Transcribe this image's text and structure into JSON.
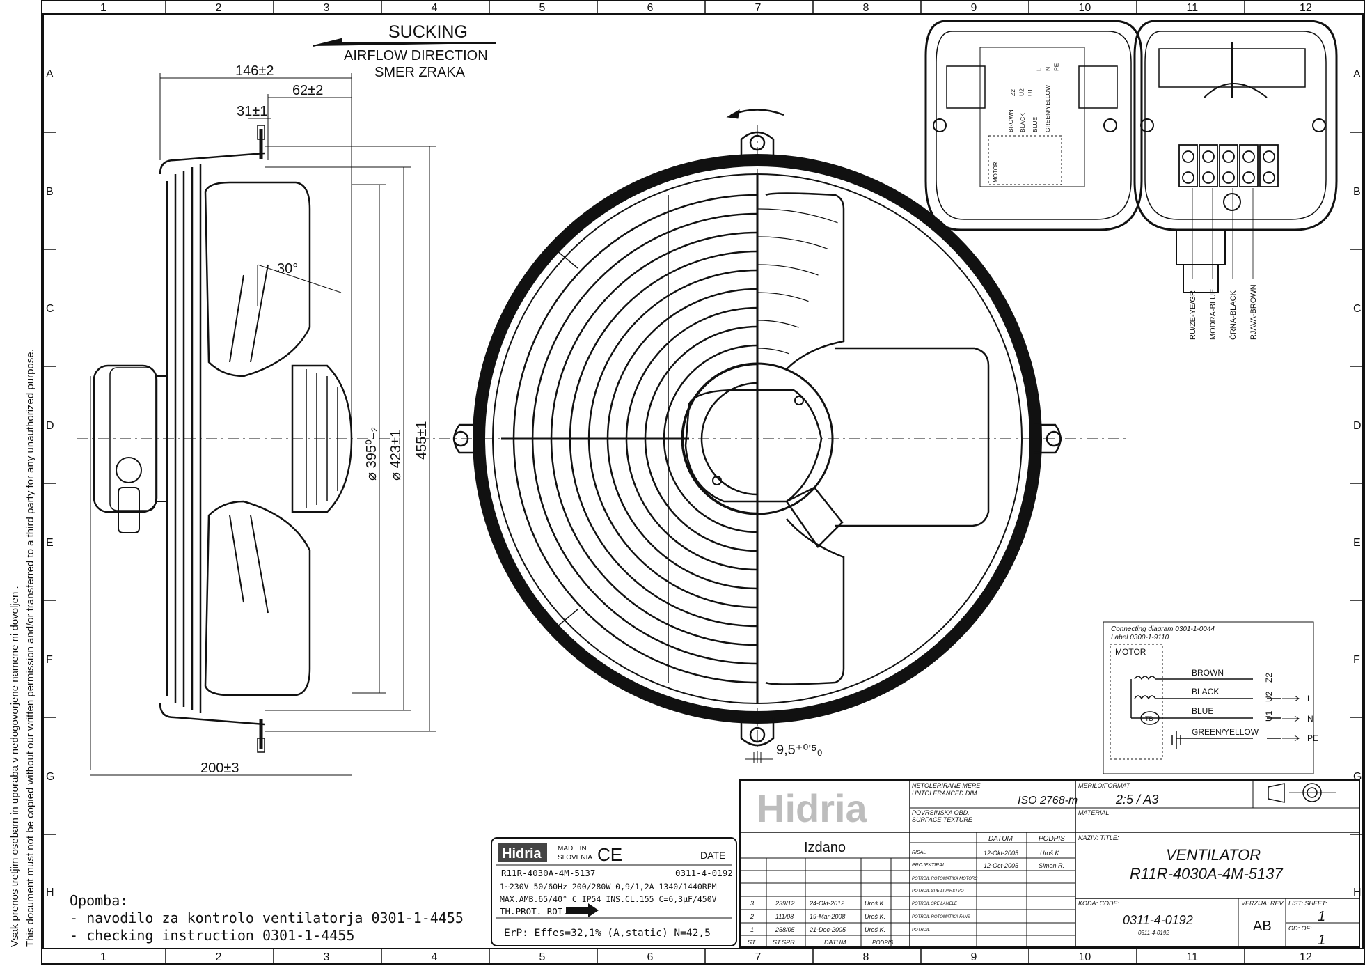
{
  "frame": {
    "columns": [
      "1",
      "2",
      "3",
      "4",
      "5",
      "6",
      "7",
      "8",
      "9",
      "10",
      "11",
      "12"
    ],
    "rows": [
      "A",
      "B",
      "C",
      "D",
      "E",
      "F",
      "G",
      "H"
    ],
    "copyright_line1": "Vsak prenos tretjim osebam in uporaba v nedogovorjene namene ni dovoljen .",
    "copyright_line2": "This document must not be copied without our written permission and/or transferred to a third party for any unauthorized purpose."
  },
  "airflow": {
    "title": "SUCKING",
    "line1": "AIRFLOW DIRECTION",
    "line2": "SMER ZRAKA"
  },
  "dimensions": {
    "d146": "146±2",
    "d62": "62±2",
    "d31": "31±1",
    "angle": "30°",
    "dia395": "⌀ 395⁰₋₂",
    "dia423": "⌀ 423±1",
    "h455": "455±1",
    "d200": "200±3",
    "hole": "9,5⁺⁰'⁵₀"
  },
  "wiring_labels": [
    "RU/ZE-YE/GR",
    "MODRA-BLUE",
    "ČRNA-BLACK",
    "RJAVA-BROWN"
  ],
  "box_wires": [
    "BROWN",
    "BLACK",
    "BLUE",
    "GREEN/YELLOW"
  ],
  "box_terminals": [
    "Z2",
    "U2",
    "U1",
    "L",
    "N",
    "PE"
  ],
  "box_motor": "MOTOR",
  "connecting": {
    "line1": "Connecting diagram 0301-1-0044",
    "line2": "Label 0300-1-9110",
    "motor": "MOTOR",
    "wires": [
      "BROWN",
      "BLACK",
      "BLUE",
      "GREEN/YELLOW"
    ],
    "terminals": [
      "Z2",
      "U2",
      "U1"
    ],
    "outs": [
      "L",
      "N",
      "PE"
    ],
    "tb": "TB"
  },
  "nameplate": {
    "brand": "Hidria",
    "made_in": "MADE IN",
    "slovenia": "SLOVENIA",
    "ce": "CE",
    "date": "DATE",
    "model": "R11R-4030A-4M-5137",
    "code": "0311-4-0192",
    "spec1": "1~230V 50/60Hz 200/280W 0,9/1,2A 1340/1440RPM",
    "spec2": "MAX.AMB.65/40° C IP54 INS.CL.155 C=6,3μF/450V",
    "thprot": "TH.PROT. ROT.",
    "erp": "ErP: Effes=32,1%  (A,static)  N=42,5"
  },
  "note": {
    "title": "Opomba:",
    "line1": "- navodilo za kontrolo ventilatorja 0301-1-4455",
    "line2": "- checking instruction 0301-1-4455"
  },
  "title_block": {
    "logo": "Hidria",
    "netol1": "NETOLERIRANE MERE",
    "netol2": "UNTOLERANCED DIM.",
    "iso": "ISO 2768-m",
    "povrs1": "POVRSINSKA OBD.",
    "povrs2": "SURFACE TEXTURE",
    "merilo_label": "MERILO/FORMAT",
    "merilo": "2:5 / A3",
    "material": "MATERIAL",
    "izdano": "Izdano",
    "datum_h": "DATUM",
    "podpis_h": "PODPIS",
    "risal": "RISAL",
    "risal_date": "12-Okt-2005",
    "risal_sign": "Uroš K.",
    "proj": "PROJEKTIRAL",
    "proj_date": "12-Oct-2005",
    "proj_sign": "Simon R.",
    "potrdil1": "POTRDIL ROTOMATIKA MOTORS",
    "potrdil2": "POTRDIL SPE LIVARSTVO",
    "potrdil3": "POTRDIL SPE LAMELE",
    "potrdil4": "POTRDIL ROTOMATIKA FANS",
    "potrdil5": "POTRDIL",
    "naziv_label": "NAZIV: TITLE:",
    "title1": "VENTILATOR",
    "title2": "R11R-4030A-4M-5137",
    "koda_label": "KODA: CODE:",
    "code": "0311-4-0192",
    "code_small": "0311-4-0192",
    "verzija_label": "VERZIJA: REV.",
    "rev": "AB",
    "list_label": "LIST: SHEET:",
    "sheet": "1",
    "od_label": "OD: OF:",
    "of": "1",
    "rev_rows": [
      {
        "st": "3",
        "spr": "239/12",
        "datum": "24-Okt-2012",
        "podpis": "Uroš K."
      },
      {
        "st": "2",
        "spr": "111/08",
        "datum": "19-Mar-2008",
        "podpis": "Uroš K."
      },
      {
        "st": "1",
        "spr": "258/05",
        "datum": "21-Dec-2005",
        "podpis": "Uroš K."
      }
    ],
    "rev_head": {
      "st": "ST.",
      "spr": "ST.SPR.",
      "datum": "DATUM",
      "podpis": "PODPIS"
    }
  }
}
